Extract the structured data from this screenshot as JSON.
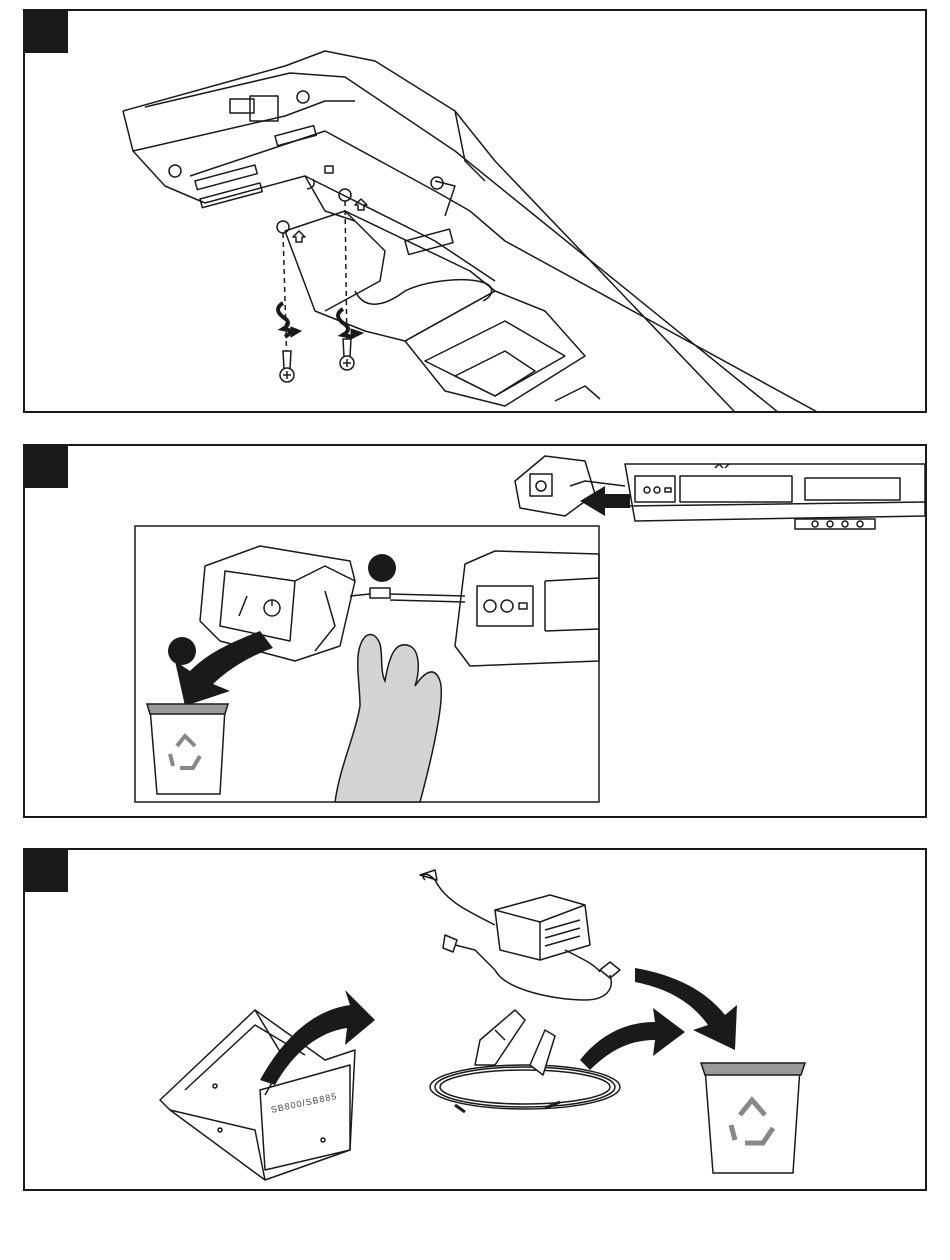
{
  "panels": [
    {
      "id": "step-1"
    },
    {
      "id": "step-2"
    },
    {
      "id": "step-3"
    }
  ],
  "box_label": "SB800/SB885",
  "colors": {
    "stroke": "#1a1a1a",
    "step_tab": "#1a1a1a",
    "arrow_fill": "#1a1a1a",
    "bin_lid": "#999999",
    "hand_fill": "#d4d4d4"
  },
  "icons": [
    "screw-icon",
    "rotate-arrow-icon",
    "recycle-icon",
    "usb-plug-icon",
    "power-button-icon"
  ]
}
